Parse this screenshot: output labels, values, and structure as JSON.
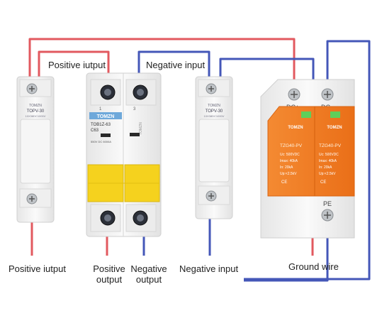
{
  "labels": {
    "top_positive_input": "Positive iutput",
    "top_negative_input": "Negative input",
    "bottom_positive_input": "Positive iutput",
    "positive_output_line1": "Positive",
    "positive_output_line2": "output",
    "negative_output_line1": "Negative",
    "negative_output_line2": "output",
    "bottom_negative_input": "Negative input",
    "ground_wire": "Ground wire"
  },
  "fuse_left": {
    "brand": "TOMZN",
    "model": "TOPV-30",
    "spec": "10X38DC1000V"
  },
  "fuse_right": {
    "brand": "TOMZN",
    "model": "TOPV-30",
    "spec": "10X38DC1000V"
  },
  "breaker": {
    "brand": "TOMZN",
    "model": "TOB1Z-63",
    "rating": "C63",
    "spec": "550V DC 6000A",
    "side_label": "TOMZN",
    "terminal_left": "1",
    "terminal_right": "3"
  },
  "spd": {
    "terminal_left": "DC+",
    "terminal_right": "DC-",
    "pe_label": "PE",
    "modules": [
      {
        "brand": "TOMZN",
        "model": "TZG40-PV",
        "uc": "Uc: 500VDC",
        "imax": "Imax: 40kA",
        "in": "In:  20kA",
        "up": "Up:<2.5kV",
        "ce": "CE"
      },
      {
        "brand": "TOMZN",
        "model": "TZG40-PV",
        "uc": "Uc: 500VDC",
        "imax": "Imax: 40kA",
        "in": "In:  20kA",
        "up": "Up:<2.5kV",
        "ce": "CE"
      }
    ]
  },
  "colors": {
    "positive_wire": "#e2595f",
    "negative_wire": "#4457b8",
    "device_body": "#f3f3f3",
    "breaker_handle": "#f5d21e",
    "spd_orange": "#f07b22"
  }
}
